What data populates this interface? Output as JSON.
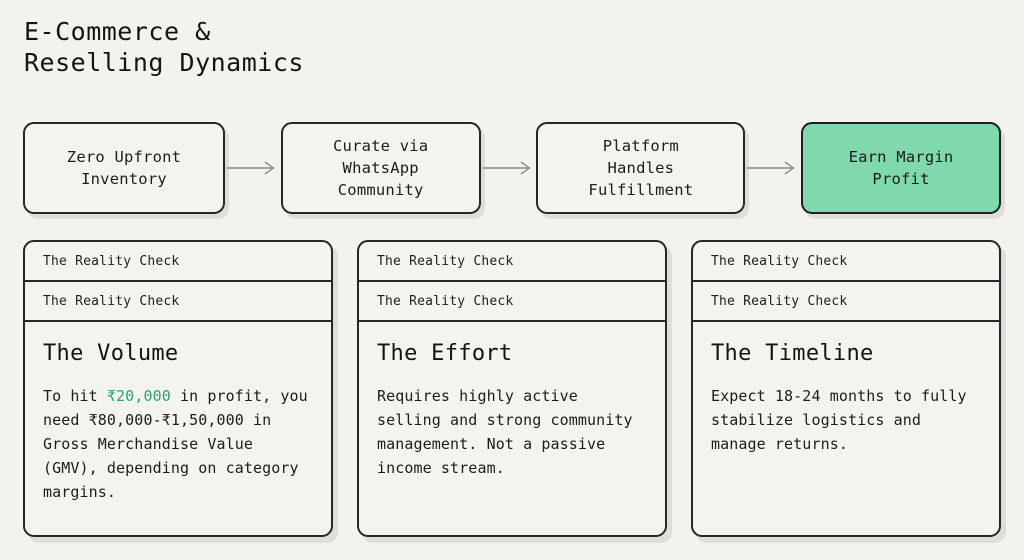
{
  "page": {
    "title": "E-Commerce &\nReselling Dynamics",
    "background_color": "#f3f3ed",
    "accent_color": "#7fd9ac",
    "highlight_text_color": "#2e9e6b",
    "border_color": "#26262a"
  },
  "flow": {
    "steps": [
      {
        "label": "Zero Upfront\nInventory",
        "highlighted": false
      },
      {
        "label": "Curate via\nWhatsApp\nCommunity",
        "highlighted": false
      },
      {
        "label": "Platform\nHandles\nFulfillment",
        "highlighted": false
      },
      {
        "label": "Earn Margin\nProfit",
        "highlighted": true
      }
    ],
    "connector": "arrow-right-icon"
  },
  "cards": [
    {
      "eyebrow_1": "The Reality Check",
      "eyebrow_2": "The Reality Check",
      "title": "The Volume",
      "body_prefix": "To hit ",
      "body_highlight": "₹20,000",
      "body_suffix": " in profit, you need ₹80,000-₹1,50,000 in Gross Merchandise Value (GMV), depending on category margins."
    },
    {
      "eyebrow_1": "The Reality Check",
      "eyebrow_2": "The Reality Check",
      "title": "The Effort",
      "body_prefix": "Requires highly active selling and strong community management. Not a passive income stream.",
      "body_highlight": "",
      "body_suffix": ""
    },
    {
      "eyebrow_1": "The Reality Check",
      "eyebrow_2": "The Reality Check",
      "title": "The Timeline",
      "body_prefix": "Expect 18-24 months to fully stabilize logistics and manage returns.",
      "body_highlight": "",
      "body_suffix": ""
    }
  ]
}
